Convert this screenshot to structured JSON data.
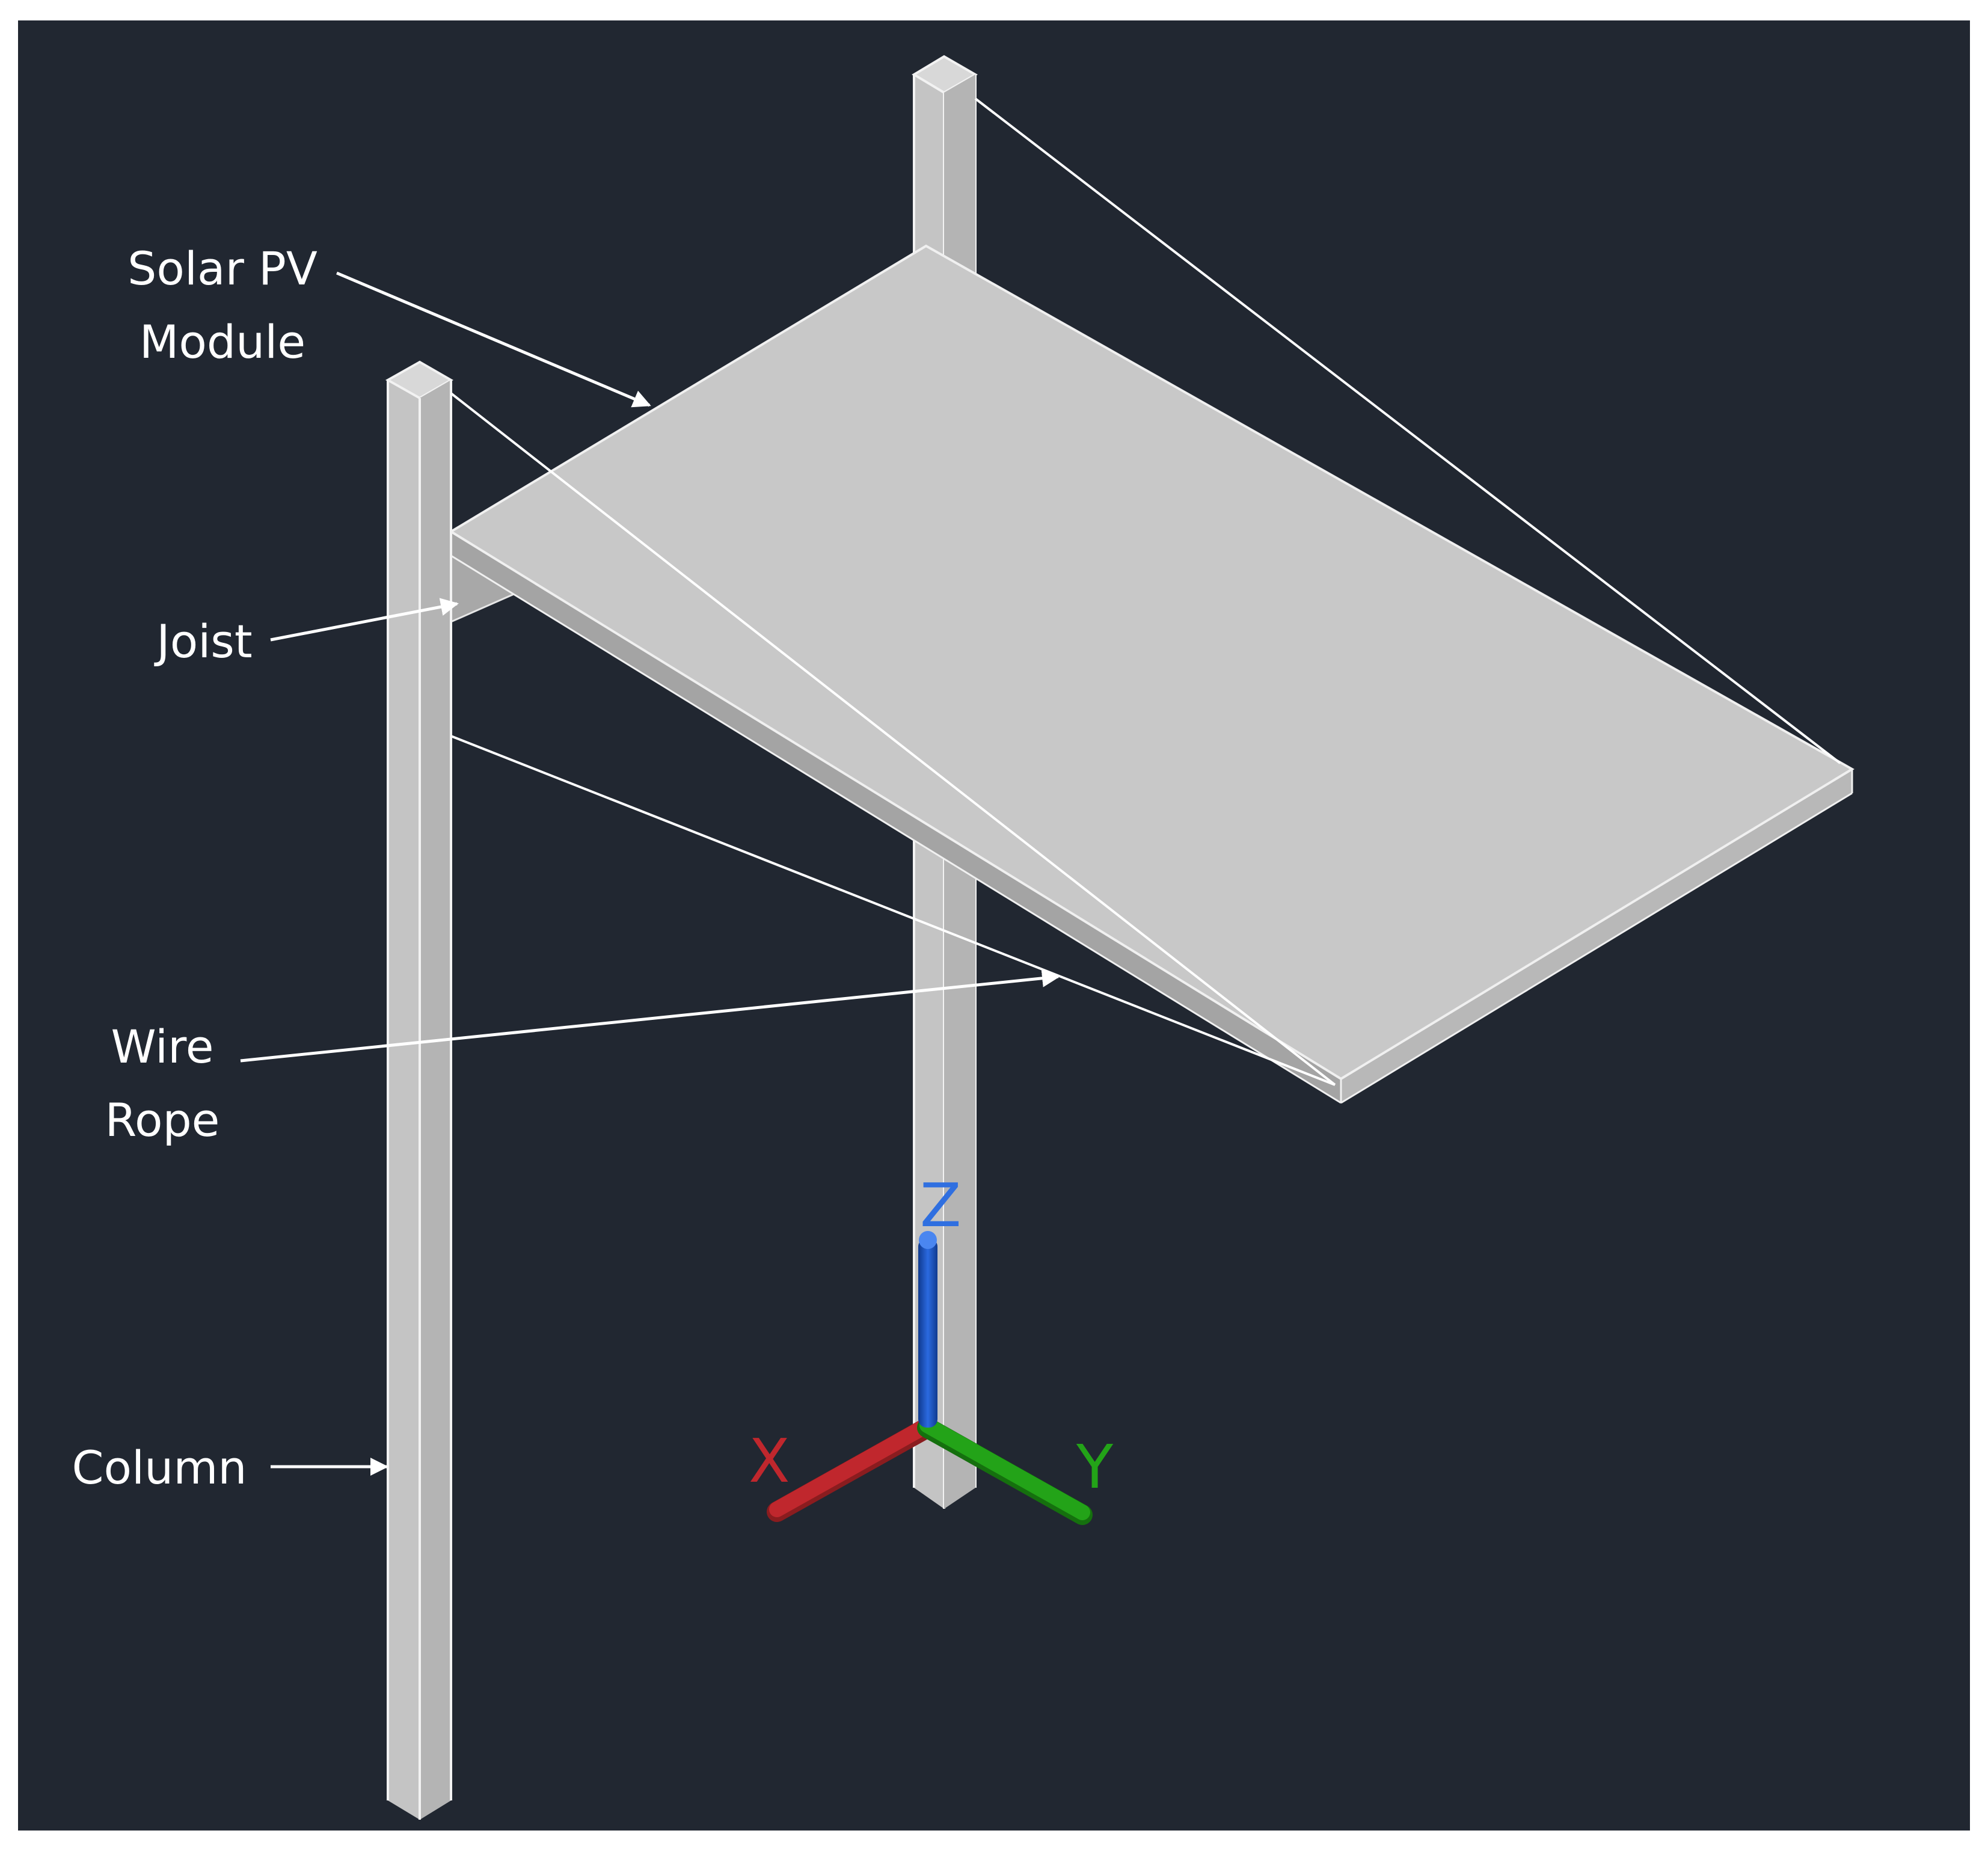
{
  "labels": {
    "solar_pv_module": [
      "Solar PV",
      "Module"
    ],
    "joist": "Joist",
    "wire_rope": [
      "Wire",
      "Rope"
    ],
    "column": "Column"
  },
  "ucs_axes": {
    "x": "X",
    "y": "Y",
    "z": "Z"
  },
  "colors": {
    "background": "#212731",
    "frame": "#ffffff",
    "steel": "#c8c8c8",
    "edge": "#f2f2f2",
    "x_axis": "#c0272d",
    "y_axis": "#23a318",
    "z_axis": "#1b4fb8",
    "z_label": "#2f6fe0"
  }
}
